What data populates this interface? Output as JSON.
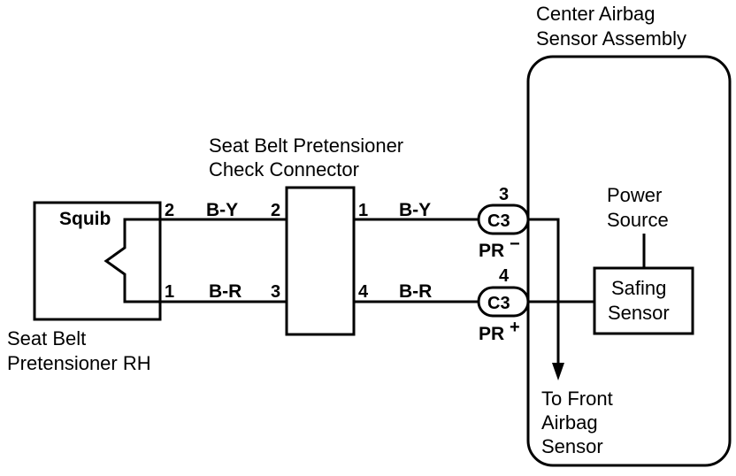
{
  "components": {
    "center_assembly": {
      "line1": "Center Airbag",
      "line2": "Sensor Assembly"
    },
    "check_connector": {
      "line1": "Seat Belt Pretensioner",
      "line2": "Check Connector"
    },
    "pretensioner": {
      "line1": "Seat Belt",
      "line2": "Pretensioner RH",
      "squib": "Squib"
    },
    "power_source": {
      "line1": "Power",
      "line2": "Source"
    },
    "safing_sensor": {
      "line1": "Safing",
      "line2": "Sensor"
    },
    "front_sensor": {
      "line1": "To Front",
      "line2": "Airbag",
      "line3": "Sensor"
    }
  },
  "wires": {
    "upper": {
      "squib_pin": "2",
      "color_left": "B-Y",
      "check_pin_left": "2",
      "check_pin_right": "1",
      "color_right": "B-Y",
      "c3_pin": "3",
      "c3_label": "C3",
      "pr": "PR",
      "pr_sign": "−"
    },
    "lower": {
      "squib_pin": "1",
      "color_left": "B-R",
      "check_pin_left": "3",
      "check_pin_right": "4",
      "color_right": "B-R",
      "c3_pin": "4",
      "c3_label": "C3",
      "pr": "PR",
      "pr_sign": "+"
    }
  }
}
